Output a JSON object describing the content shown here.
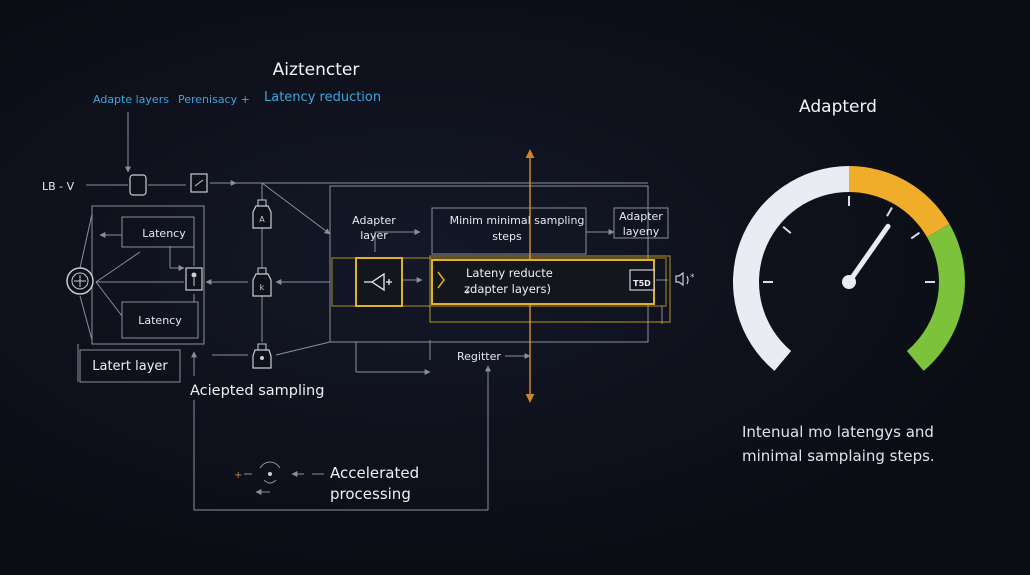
{
  "diagram": {
    "title": "Aiztencter",
    "top_labels": {
      "adapte_layers": "Adapte layers",
      "perenisacy": "Perenisacy +",
      "latency_reduction": "Latency reduction"
    },
    "left_label": "LB - V",
    "boxes": {
      "latency_top": "Latency",
      "latency_bottom": "Latency",
      "latent_layer": "Latert layer",
      "adapter_layer_line1": "Adapter",
      "adapter_layer_line2": "layer",
      "minimal_sampling_line1": "Minim minimal sampling",
      "minimal_sampling_line2": "steps",
      "adapter_layeny_line1": "Adapter",
      "adapter_layeny_line2": "layeny",
      "latency_reducte_line1": "Lateny reducte",
      "latency_reducte_line2": "ʑdapter layers)",
      "t5d": "T5D"
    },
    "icon_letters": {
      "a": "A",
      "k": "k"
    },
    "other_labels": {
      "accepted_sampling": "Aciepted sampling",
      "register": "Regitter",
      "accelerated_line1": "Accelerated",
      "accelerated_line2": "processing"
    }
  },
  "gauge": {
    "title": "Adapterd",
    "caption_line1": "Intenual mo latengys and",
    "caption_line2": "minimal samplaing steps.",
    "colors": {
      "low": "#e9ecf2",
      "mid": "#f0ad2a",
      "high": "#7cc23a",
      "needle": "#e9ecf2"
    }
  },
  "colors": {
    "line": "#8a8f9c",
    "highlight": "#e0b12a",
    "accent_blue": "#3aa7e0",
    "orange_axis": "#c9872f"
  }
}
